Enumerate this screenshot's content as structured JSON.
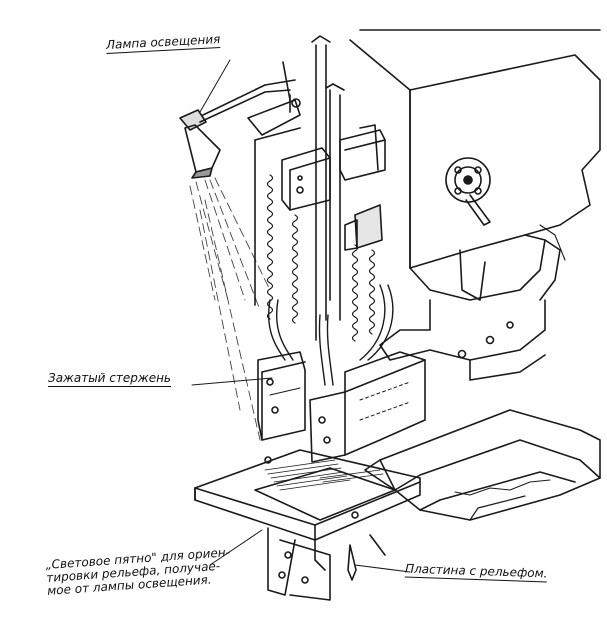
{
  "labels": {
    "lamp": "Лампа освещения",
    "clamped_rod": "Зажатый стержень",
    "light_spot": [
      "„Световое пятно\" для ориен-",
      "тировки рельефа, получае-",
      "мое от лампы освещения."
    ],
    "relief_plate": "Пластина с рельефом."
  }
}
